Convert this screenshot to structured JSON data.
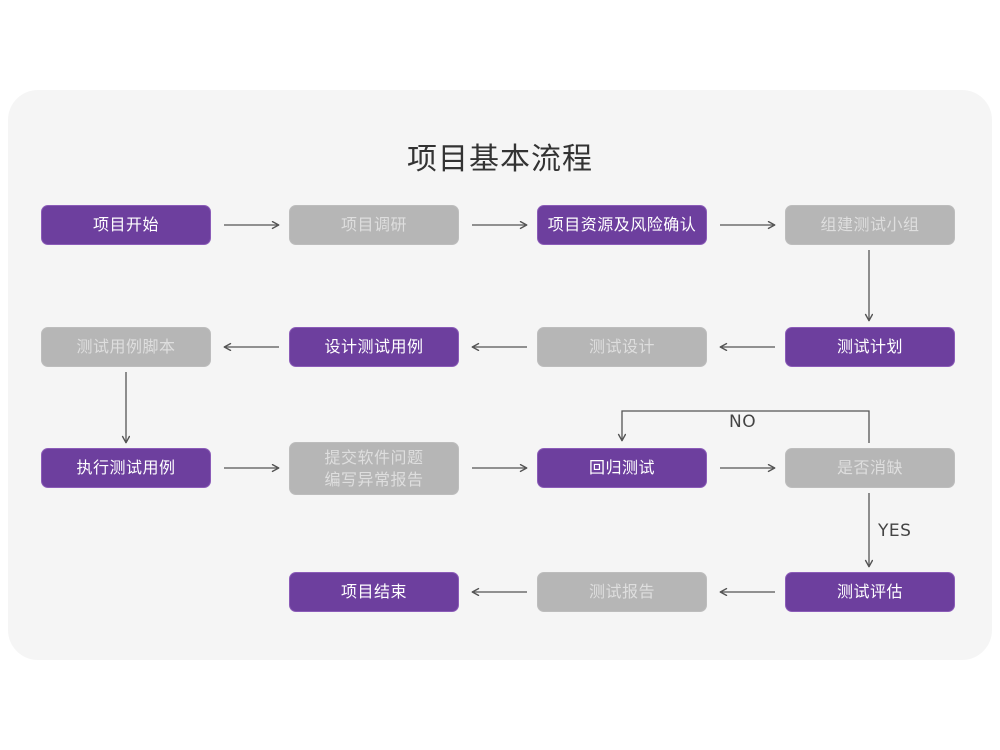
{
  "title": "项目基本流程",
  "colors": {
    "purple_fill": "#6d3f9e",
    "purple_border": "#8b5cb8",
    "gray_fill": "#b6b6b6",
    "gray_text": "#dedede",
    "card_bg": "#f5f5f5",
    "page_bg": "#ffffff",
    "arrow": "#555555",
    "title_text": "#333333"
  },
  "nodes": [
    {
      "id": "n1",
      "label": "项目开始",
      "style": "purple"
    },
    {
      "id": "n2",
      "label": "项目调研",
      "style": "gray"
    },
    {
      "id": "n3",
      "label": "项目资源及风险确认",
      "style": "purple"
    },
    {
      "id": "n4",
      "label": "组建测试小组",
      "style": "gray"
    },
    {
      "id": "n5",
      "label": "测试用例脚本",
      "style": "gray"
    },
    {
      "id": "n6",
      "label": "设计测试用例",
      "style": "purple"
    },
    {
      "id": "n7",
      "label": "测试设计",
      "style": "gray"
    },
    {
      "id": "n8",
      "label": "测试计划",
      "style": "purple"
    },
    {
      "id": "n9",
      "label": "执行测试用例",
      "style": "purple"
    },
    {
      "id": "n10",
      "label": "提交软件问题\n编写异常报告",
      "style": "gray"
    },
    {
      "id": "n11",
      "label": "回归测试",
      "style": "purple"
    },
    {
      "id": "n12",
      "label": "是否消缺",
      "style": "gray"
    },
    {
      "id": "n13",
      "label": "项目结束",
      "style": "purple"
    },
    {
      "id": "n14",
      "label": "测试报告",
      "style": "gray"
    },
    {
      "id": "n15",
      "label": "测试评估",
      "style": "purple"
    }
  ],
  "edge_labels": {
    "no": "NO",
    "yes": "YES"
  }
}
